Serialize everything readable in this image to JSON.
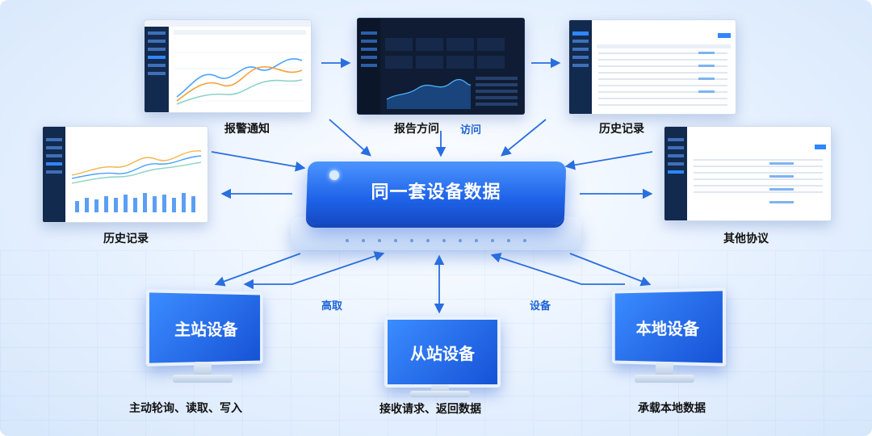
{
  "hub": {
    "title": "同一套设备数据"
  },
  "panels": {
    "top_left_label": "报警通知",
    "top_center_label": "报告方问",
    "top_center_extra": "访问",
    "top_right_label": "历史记录",
    "mid_left_label": "历史记录",
    "mid_right_label": "其他协议"
  },
  "devices": {
    "master": {
      "title": "主站设备",
      "caption": "主动轮询、读取、写入"
    },
    "slave": {
      "title": "从站设备",
      "caption": "接收请求、返回数据"
    },
    "local": {
      "title": "本地设备",
      "caption": "承载本地数据"
    }
  },
  "edge_labels": {
    "left": "高取",
    "right": "设备"
  },
  "colors": {
    "accent": "#1e63e8",
    "arrow": "#2a6fe0",
    "background": "#eaf3ff"
  }
}
